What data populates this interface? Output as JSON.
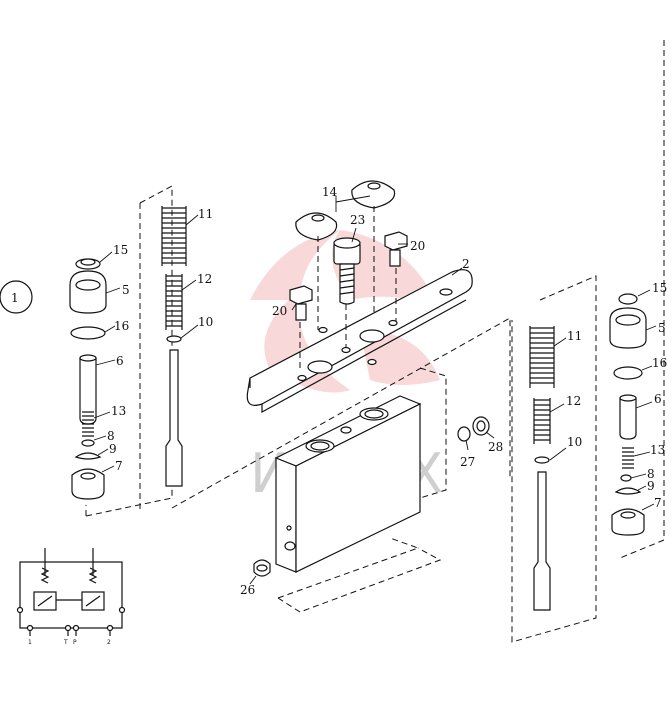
{
  "diagram": {
    "callout_number": "1",
    "watermark_text": "ИНТЕХ",
    "colors": {
      "line": "#111111",
      "watermark_logo": "#f4b9b9",
      "watermark_text": "#cfcfcf"
    },
    "part_labels": [
      "15",
      "5",
      "16",
      "6",
      "13",
      "8",
      "9",
      "7",
      "11",
      "12",
      "10",
      "14",
      "23",
      "20",
      "2",
      "20",
      "11",
      "12",
      "10",
      "28",
      "27",
      "26",
      "15",
      "5",
      "16",
      "6",
      "13",
      "8",
      "9",
      "7"
    ],
    "schematic_ports": [
      "1",
      "T",
      "P",
      "2"
    ]
  }
}
